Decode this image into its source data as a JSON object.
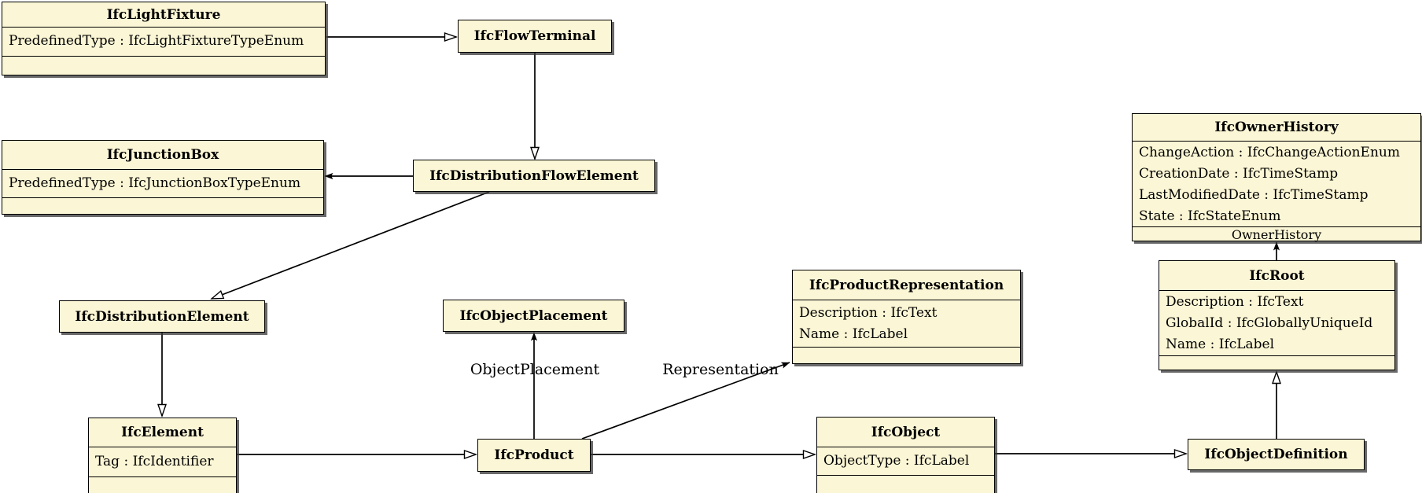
{
  "classes": {
    "ifcLightFixture": {
      "name": "IfcLightFixture",
      "attributes": [
        "PredefinedType : IfcLightFixtureTypeEnum"
      ]
    },
    "ifcFlowTerminal": {
      "name": "IfcFlowTerminal"
    },
    "ifcJunctionBox": {
      "name": "IfcJunctionBox",
      "attributes": [
        "PredefinedType : IfcJunctionBoxTypeEnum"
      ]
    },
    "ifcDistributionFlowElement": {
      "name": "IfcDistributionFlowElement"
    },
    "ifcOwnerHistory": {
      "name": "IfcOwnerHistory",
      "attributes": [
        "ChangeAction : IfcChangeActionEnum",
        "CreationDate : IfcTimeStamp",
        "LastModifiedDate : IfcTimeStamp",
        "State : IfcStateEnum"
      ],
      "compartment_label": "OwnerHistory"
    },
    "ifcRoot": {
      "name": "IfcRoot",
      "attributes": [
        "Description : IfcText",
        "GlobalId : IfcGloballyUniqueId",
        "Name : IfcLabel"
      ]
    },
    "ifcProductRepresentation": {
      "name": "IfcProductRepresentation",
      "attributes": [
        "Description : IfcText",
        "Name : IfcLabel"
      ]
    },
    "ifcObjectPlacement": {
      "name": "IfcObjectPlacement"
    },
    "ifcDistributionElement": {
      "name": "IfcDistributionElement"
    },
    "ifcElement": {
      "name": "IfcElement",
      "attributes": [
        "Tag : IfcIdentifier"
      ]
    },
    "ifcProduct": {
      "name": "IfcProduct"
    },
    "ifcObject": {
      "name": "IfcObject",
      "attributes": [
        "ObjectType : IfcLabel"
      ]
    },
    "ifcObjectDefinition": {
      "name": "IfcObjectDefinition"
    }
  },
  "edge_labels": {
    "object_placement": "ObjectPlacement",
    "representation": "Representation"
  },
  "colors": {
    "box_fill": "#fbf6d5",
    "box_border": "#000000",
    "line": "#000000",
    "background": "#ffffff"
  }
}
